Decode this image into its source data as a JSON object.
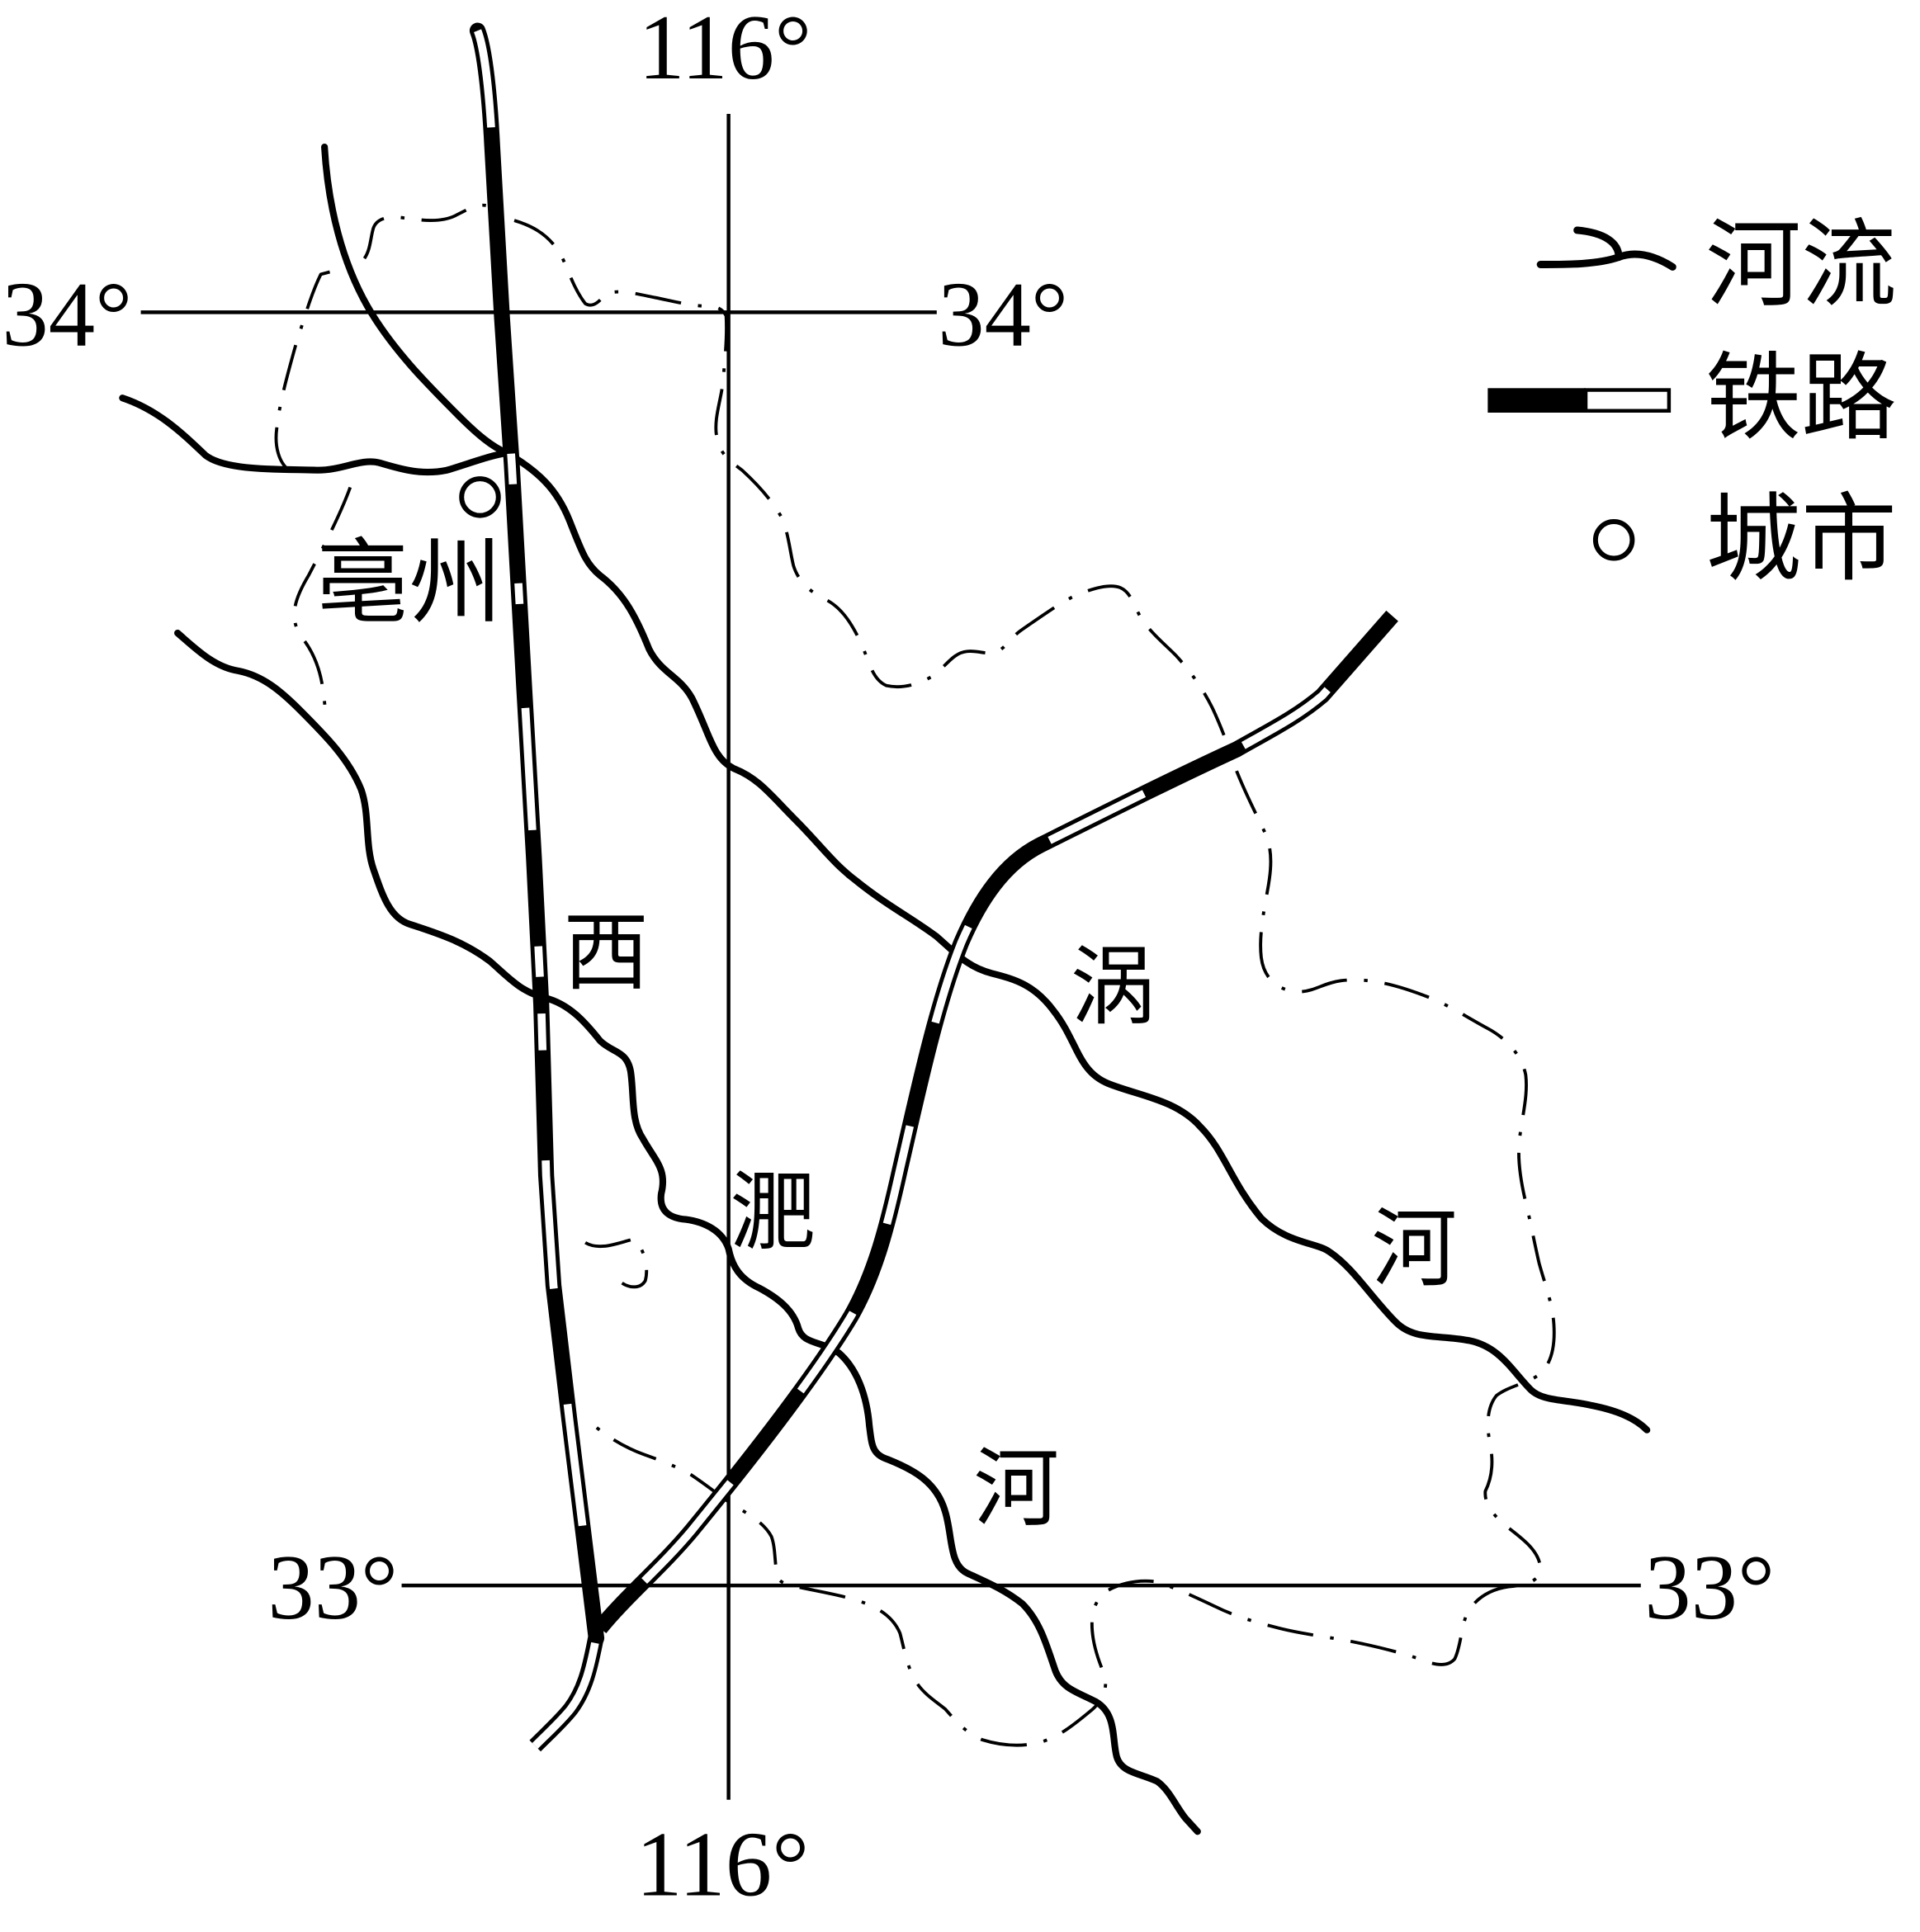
{
  "grid": {
    "meridian_116": {
      "top": "116°",
      "bottom": "116°"
    },
    "parallel_34": {
      "left": "34°",
      "right": "34°"
    },
    "parallel_33": {
      "left": "33°",
      "right": "33°"
    }
  },
  "legend": {
    "river": {
      "label": "河流",
      "icon": "river-icon"
    },
    "railway": {
      "label": "铁路",
      "icon": "railway-icon"
    },
    "city": {
      "label": "城市",
      "icon": "city-circle-icon"
    }
  },
  "places": {
    "city": {
      "name": "亳州",
      "icon": "city-circle-icon"
    }
  },
  "rivers": {
    "xifei_he": [
      "西",
      "淝",
      "河"
    ],
    "guo_he": [
      "涡",
      "河"
    ]
  },
  "colors": {
    "ink": "#000000",
    "paper": "#ffffff"
  }
}
